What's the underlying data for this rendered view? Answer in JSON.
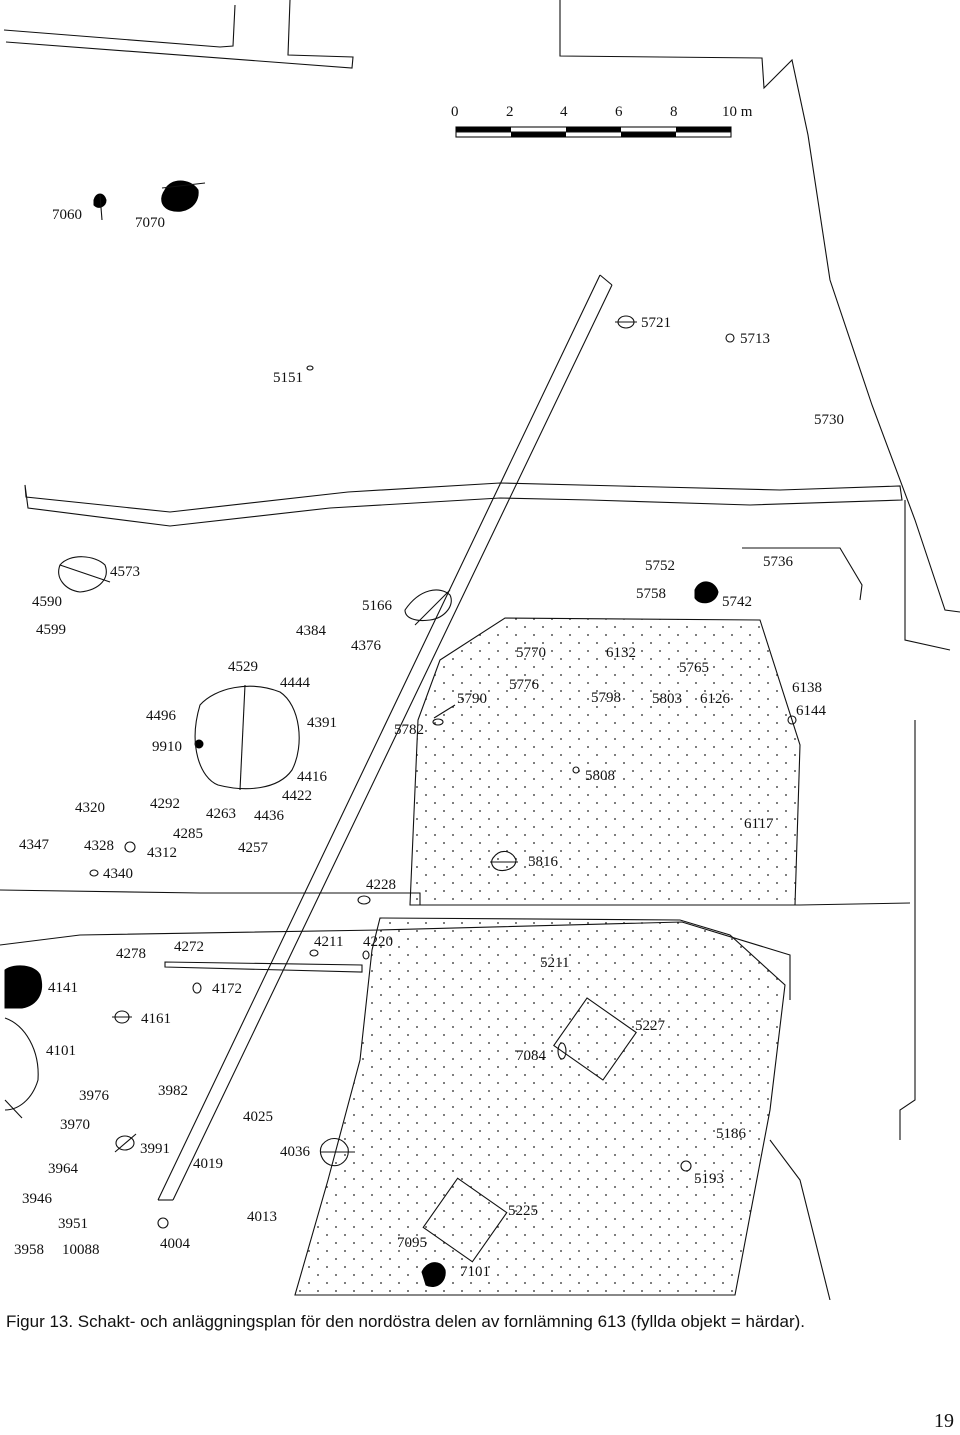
{
  "scale_bar": {
    "ticks": [
      "0",
      "2",
      "4",
      "6",
      "8",
      "10 m"
    ]
  },
  "feature_labels": [
    {
      "id": "7060"
    },
    {
      "id": "7070"
    },
    {
      "id": "5721"
    },
    {
      "id": "5713"
    },
    {
      "id": "5151"
    },
    {
      "id": "5730"
    },
    {
      "id": "4573"
    },
    {
      "id": "5752"
    },
    {
      "id": "5736"
    },
    {
      "id": "4590"
    },
    {
      "id": "5758"
    },
    {
      "id": "5742"
    },
    {
      "id": "5166"
    },
    {
      "id": "4599"
    },
    {
      "id": "4384"
    },
    {
      "id": "4376"
    },
    {
      "id": "5770"
    },
    {
      "id": "6132"
    },
    {
      "id": "4529"
    },
    {
      "id": "5765"
    },
    {
      "id": "5776"
    },
    {
      "id": "6138"
    },
    {
      "id": "4444"
    },
    {
      "id": "5790"
    },
    {
      "id": "5798"
    },
    {
      "id": "5803"
    },
    {
      "id": "6126"
    },
    {
      "id": "6144"
    },
    {
      "id": "4496"
    },
    {
      "id": "4391"
    },
    {
      "id": "5782"
    },
    {
      "id": "9910"
    },
    {
      "id": "4416"
    },
    {
      "id": "5808"
    },
    {
      "id": "4422"
    },
    {
      "id": "4320"
    },
    {
      "id": "4292"
    },
    {
      "id": "4263"
    },
    {
      "id": "4436"
    },
    {
      "id": "6117"
    },
    {
      "id": "4285"
    },
    {
      "id": "4347"
    },
    {
      "id": "4328"
    },
    {
      "id": "4312"
    },
    {
      "id": "4257"
    },
    {
      "id": "5816"
    },
    {
      "id": "4340"
    },
    {
      "id": "4228"
    },
    {
      "id": "4211"
    },
    {
      "id": "4220"
    },
    {
      "id": "4278"
    },
    {
      "id": "4272"
    },
    {
      "id": "5211"
    },
    {
      "id": "4141"
    },
    {
      "id": "4172"
    },
    {
      "id": "5227"
    },
    {
      "id": "4161"
    },
    {
      "id": "4101"
    },
    {
      "id": "7084"
    },
    {
      "id": "3976"
    },
    {
      "id": "3982"
    },
    {
      "id": "4025"
    },
    {
      "id": "3970"
    },
    {
      "id": "5186"
    },
    {
      "id": "3991"
    },
    {
      "id": "4036"
    },
    {
      "id": "4019"
    },
    {
      "id": "3964"
    },
    {
      "id": "5193"
    },
    {
      "id": "3946"
    },
    {
      "id": "5225"
    },
    {
      "id": "4013"
    },
    {
      "id": "3951"
    },
    {
      "id": "4004"
    },
    {
      "id": "7095"
    },
    {
      "id": "3958"
    },
    {
      "id": "10088"
    },
    {
      "id": "7101"
    }
  ],
  "caption": "Figur 13. Schakt- och anläggningsplan för den nordöstra delen av fornlämning 613 (fyllda objekt = härdar).",
  "page_number": "19"
}
